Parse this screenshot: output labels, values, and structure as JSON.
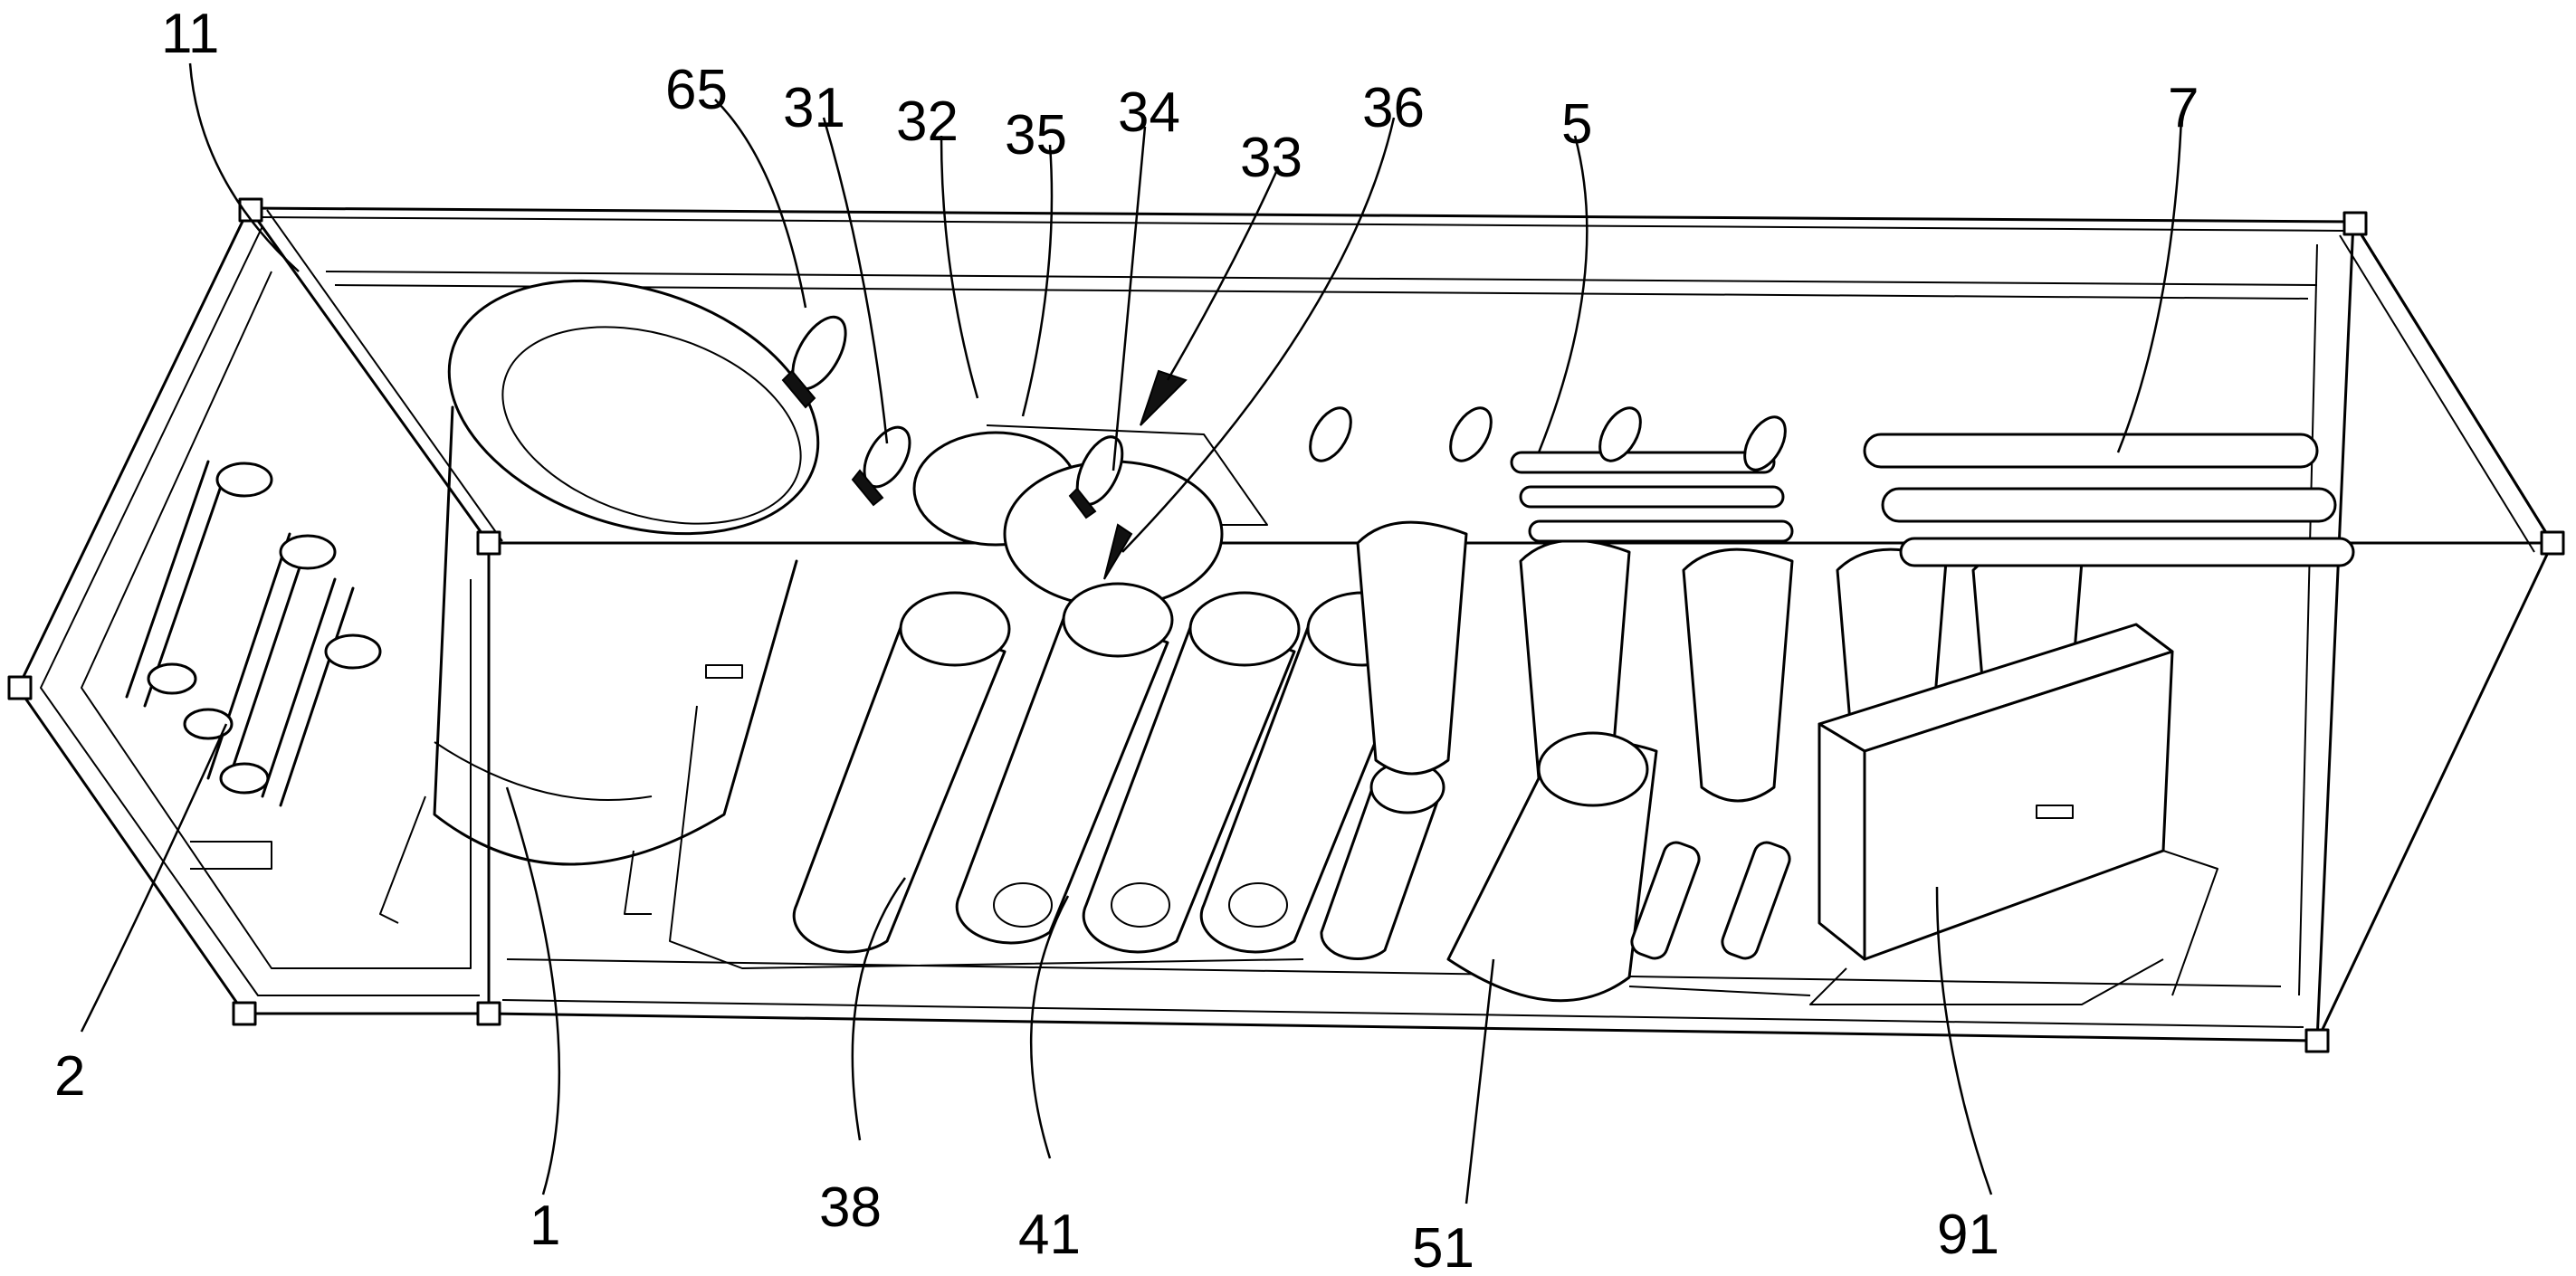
{
  "labels": {
    "l11": "11",
    "l65": "65",
    "l31": "31",
    "l32": "32",
    "l35": "35",
    "l34": "34",
    "l33": "33",
    "l36": "36",
    "l5": "5",
    "l7": "7",
    "l2": "2",
    "l1": "1",
    "l38": "38",
    "l41": "41",
    "l51": "51",
    "l91": "91"
  }
}
